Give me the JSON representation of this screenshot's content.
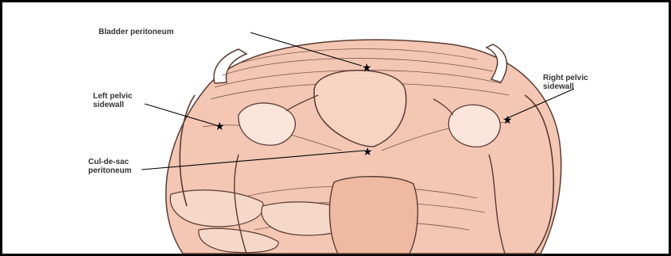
{
  "labels": {
    "bladder": "Bladder peritoneum",
    "left_pelvic_line1": "Left pelvic",
    "left_pelvic_line2": "sidewall",
    "right_pelvic_line1": "Right pelvic",
    "right_pelvic_line2": "sidewall",
    "culdesac_line1": "Cul-de-sac",
    "culdesac_line2": "peritoneum"
  },
  "marker_symbol": "★",
  "colors": {
    "tissue": "#f3c7b4",
    "tissue_dark": "#e9a98e",
    "uterus": "#f7d3c2",
    "line": "#5a3b32",
    "border": "#000000"
  }
}
